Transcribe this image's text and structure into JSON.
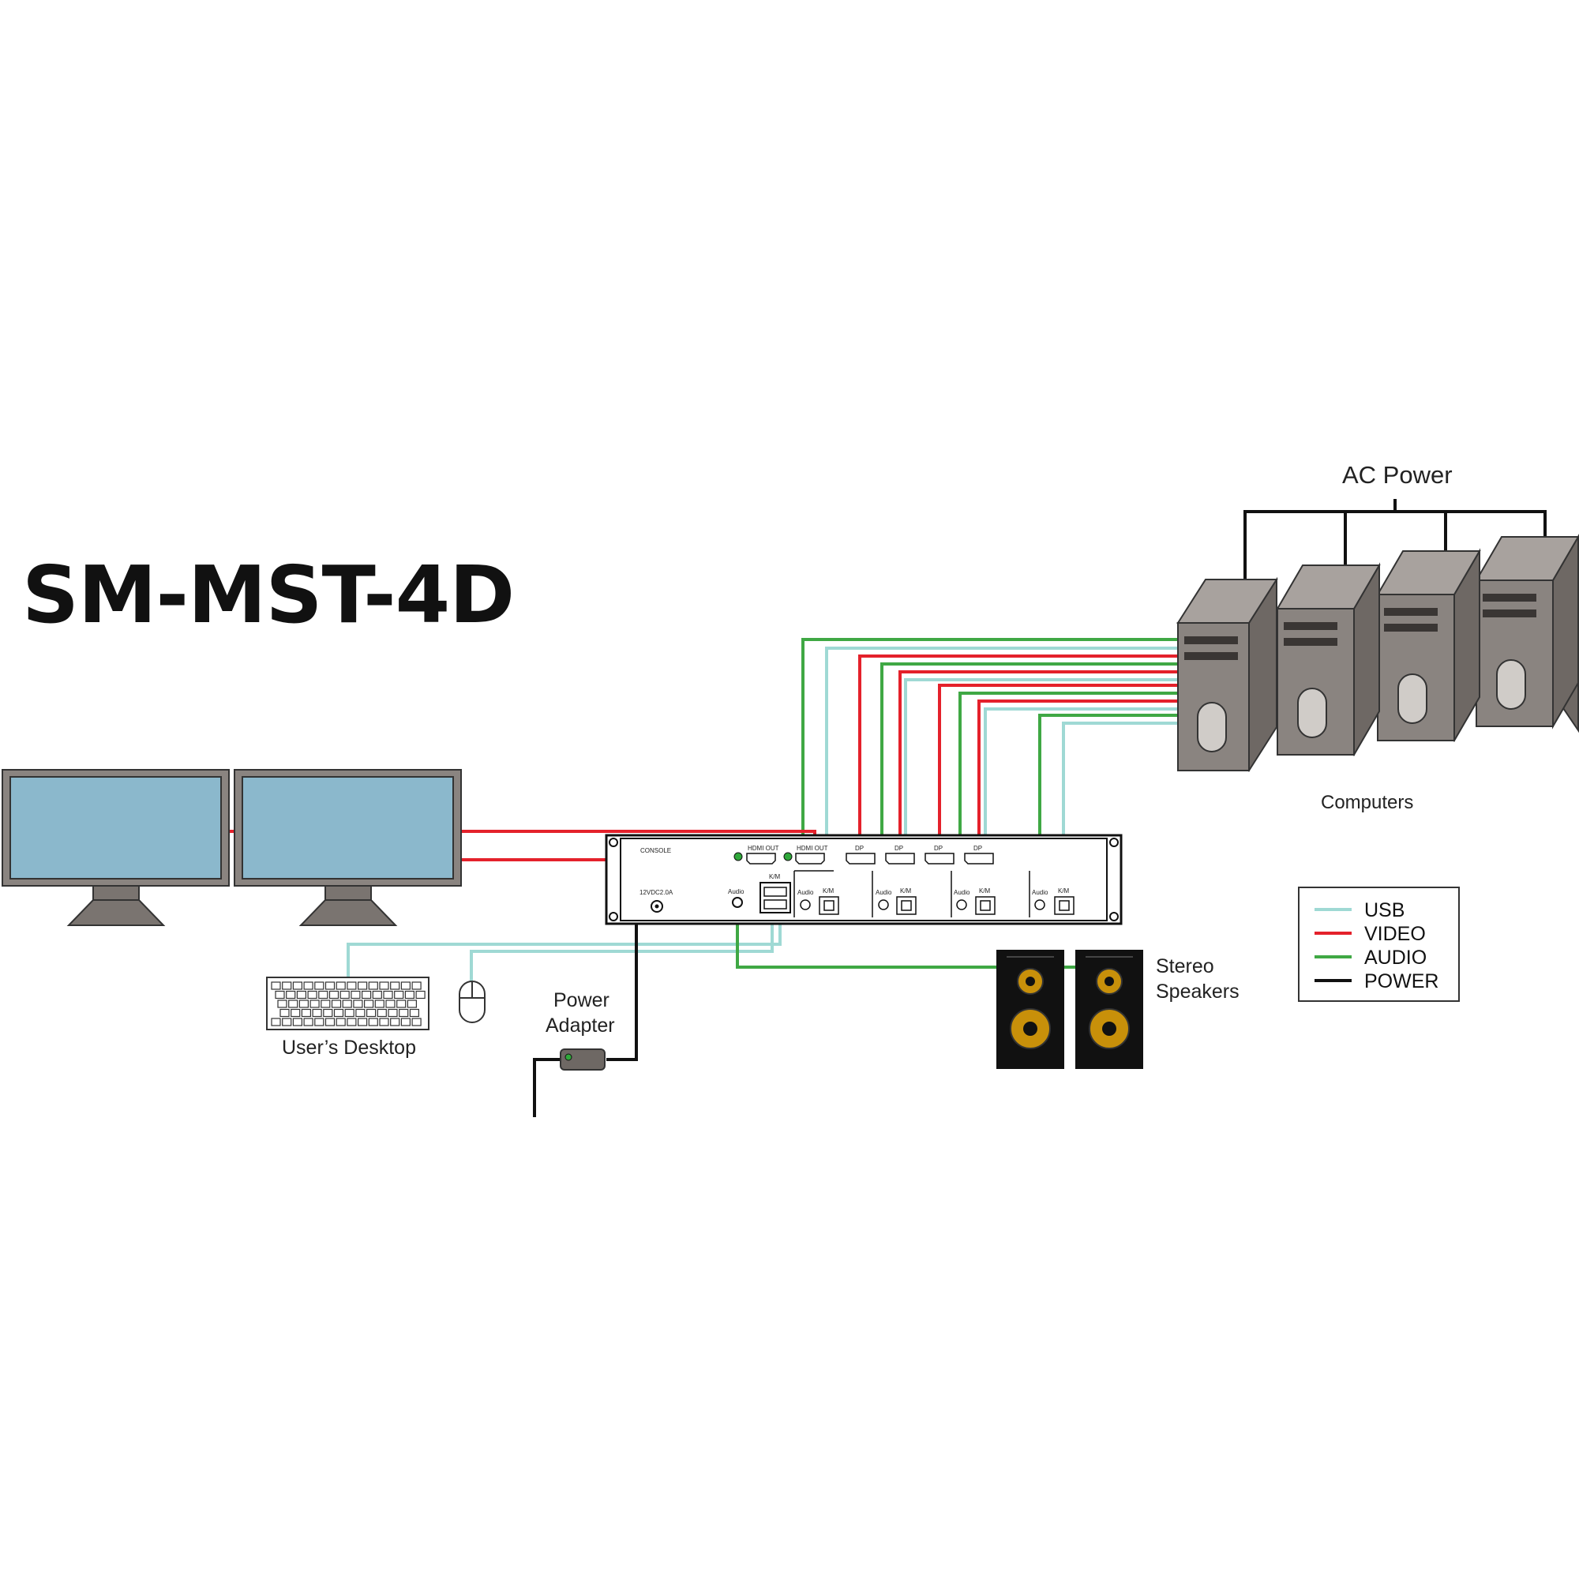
{
  "title": "SM-MST-4D",
  "labels": {
    "ac_power": "AC Power",
    "computers": "Computers",
    "users_desktop": "User’s Desktop",
    "power_adapter_1": "Power",
    "power_adapter_2": "Adapter",
    "stereo_1": "Stereo",
    "stereo_2": "Speakers"
  },
  "device_panel": {
    "console": "CONSOLE",
    "hdmi_out_1": "HDMI OUT",
    "hdmi_out_2": "HDMI OUT",
    "dp": [
      "DP",
      "DP",
      "DP",
      "DP"
    ],
    "power_in": "12VDC2.0A",
    "console_audio": "Audio",
    "console_km": "K/M",
    "port_audio": [
      "Audio",
      "Audio",
      "Audio",
      "Audio"
    ],
    "port_km": [
      "K/M",
      "K/M",
      "K/M",
      "K/M"
    ]
  },
  "legend": [
    {
      "label": "USB",
      "color": "#9fd9d4"
    },
    {
      "label": "VIDEO",
      "color": "#e4212b"
    },
    {
      "label": "AUDIO",
      "color": "#3fa844"
    },
    {
      "label": "POWER",
      "color": "#111111"
    }
  ],
  "colors": {
    "usb": "#9fd9d4",
    "video": "#e4212b",
    "audio": "#3fa844",
    "power": "#111111",
    "monitor_screen": "#8bb8cc",
    "tower_body": "#8a8480",
    "speaker_cone": "#c8900a"
  }
}
